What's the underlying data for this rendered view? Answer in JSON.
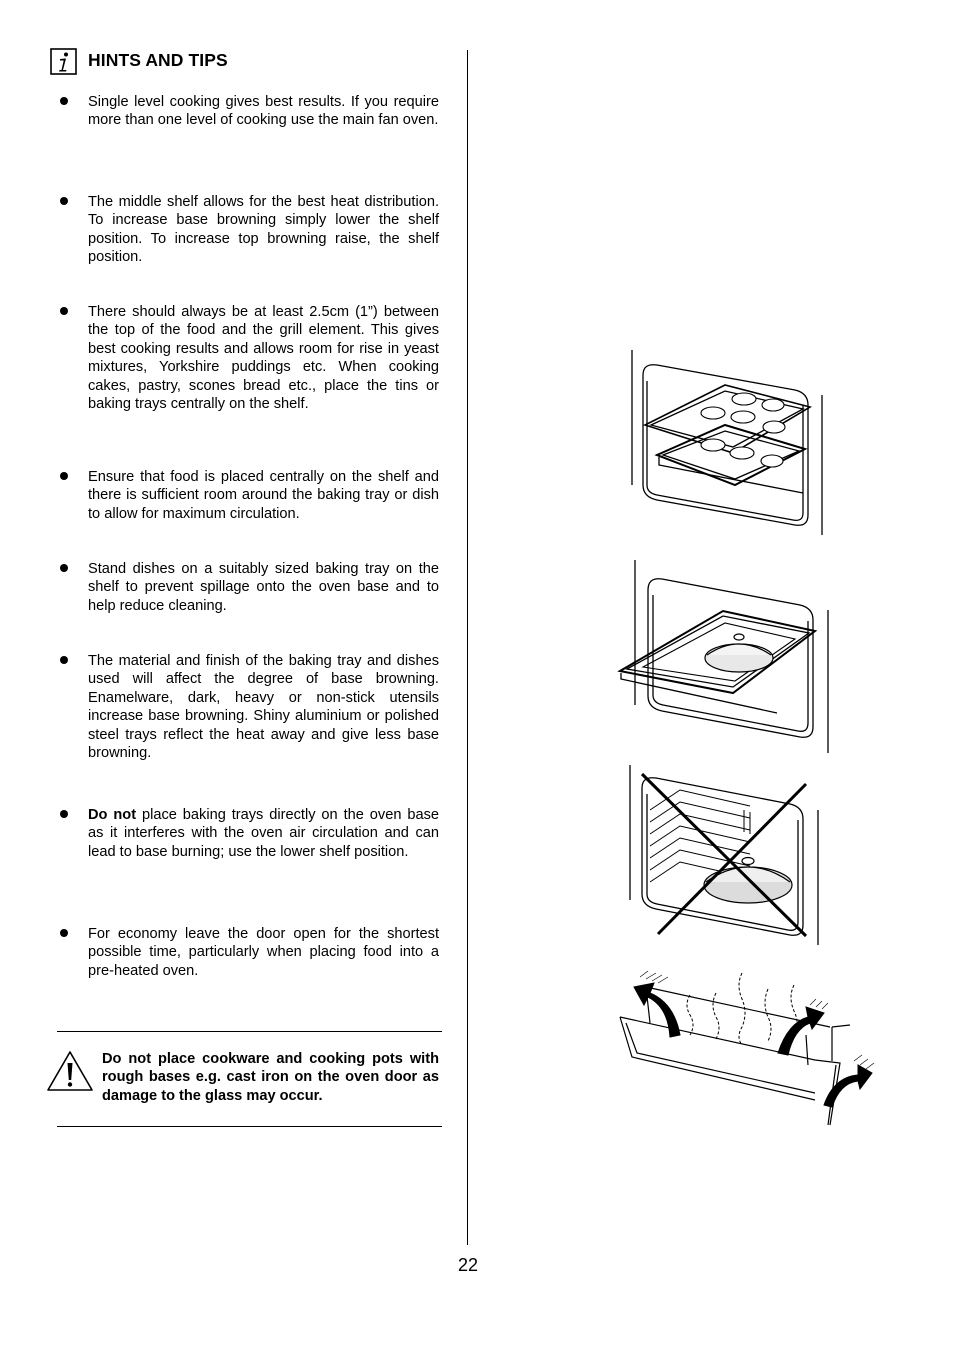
{
  "heading": "HINTS AND TIPS",
  "tips": [
    {
      "bold": "",
      "text": "Single level cooking gives best results.  If you require more than one level of cooking use the main fan oven."
    },
    {
      "bold": "",
      "text": "The middle shelf allows for the best heat distribution.  To increase base browning simply lower the shelf position. To increase top browning raise, the shelf position."
    },
    {
      "bold": "",
      "text": "There should always be at least 2.5cm (1”) between the top of the food and the grill element. This gives best cooking results and allows room for rise in yeast mixtures, Yorkshire puddings etc. When cooking cakes, pastry, scones bread etc., place the tins or baking trays centrally on the shelf."
    },
    {
      "bold": "",
      "text": "Ensure that food is placed centrally on the shelf and there is sufficient room around the baking tray or dish to allow for maximum circulation."
    },
    {
      "bold": "",
      "text": "Stand dishes on a suitably sized baking tray on the shelf to prevent spillage onto the oven base and to help reduce cleaning."
    },
    {
      "bold": "",
      "text": "The material and finish of the baking tray and dishes used will affect the degree of base browning.  Enamelware, dark, heavy or non-stick utensils increase base browning.  Shiny aluminium or polished steel trays reflect the heat away and give less base browning."
    },
    {
      "bold": "Do not",
      "text": "place baking trays directly on the oven base as it interferes with the oven air circulation and can lead to base burning; use the lower shelf position."
    },
    {
      "bold": "",
      "text": "For economy leave the door open for the shortest possible time, particularly when placing food into a pre-heated oven."
    }
  ],
  "warning": "Do not place cookware and cooking pots with rough bases e.g. cast iron on the oven door as damage to the glass may occur.",
  "page_number": "22",
  "icons": {
    "info": "info-icon",
    "warning": "warning-triangle-icon"
  }
}
